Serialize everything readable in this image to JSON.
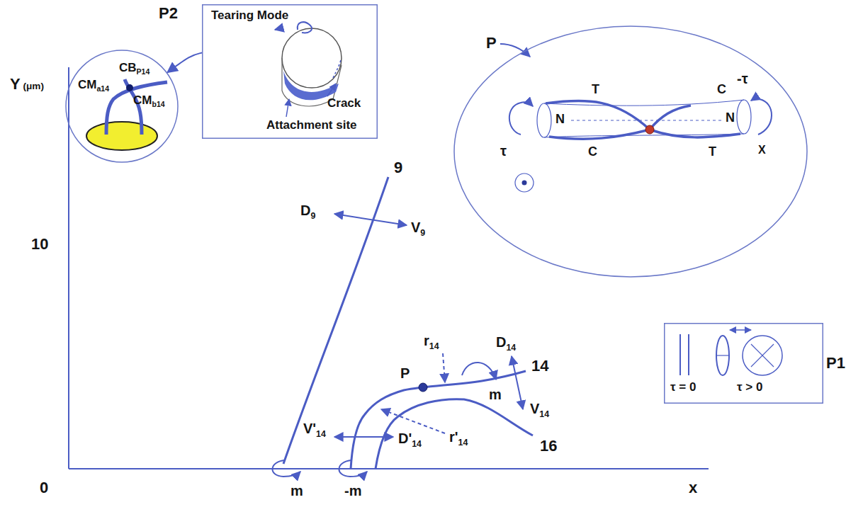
{
  "diagram": {
    "nodes": [
      {
        "text": [
          "P2",
          "CMa14",
          "CBP14",
          "CMb14"
        ]
      },
      {
        "text": [
          "Tearing Mode",
          "Crack",
          "Attachment site"
        ]
      },
      {
        "text": [
          "P",
          "T",
          "C",
          "N",
          "τ",
          "C",
          "N",
          "T",
          "-τ",
          "X"
        ]
      },
      {
        "text": [
          "P1",
          "τ = 0",
          "τ > 0"
        ]
      }
    ],
    "edges": [
      {
        "from": 1,
        "to": 0,
        "arrow": "to"
      }
    ],
    "labels": [
      "Y (μm)",
      "10",
      "0",
      "x",
      "9",
      "D9",
      "V9",
      "r14",
      "D14",
      "14",
      "P",
      "m",
      "V14",
      "V'14",
      "D'14",
      "r'14",
      "16",
      "m",
      "-m"
    ]
  }
}
